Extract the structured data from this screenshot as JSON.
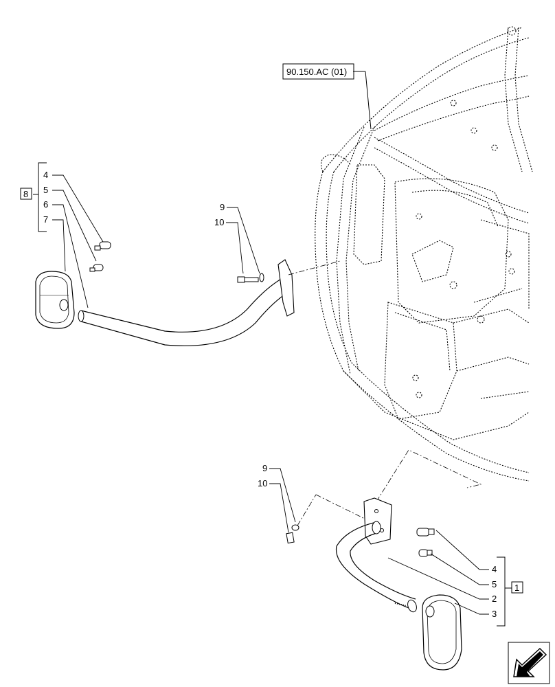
{
  "reference_label": "90.150.AC (01)",
  "upper_group": {
    "kit_number": "8",
    "callouts": [
      "4",
      "5",
      "6",
      "7"
    ],
    "bolt_callouts": [
      "9",
      "10"
    ]
  },
  "lower_group": {
    "kit_number": "1",
    "callouts": [
      "4",
      "5",
      "2",
      "3"
    ],
    "bolt_callouts": [
      "9",
      "10"
    ]
  },
  "icons": [
    "cab-frame-illustration",
    "orientation-arrow-icon"
  ]
}
